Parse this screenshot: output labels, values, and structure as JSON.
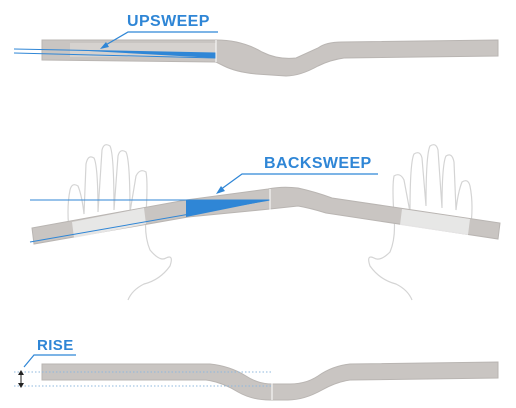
{
  "labels": {
    "upsweep": "UPSWEEP",
    "backsweep": "BACKSWEEP",
    "rise": "RISE"
  },
  "colors": {
    "bar": "#c9c5c2",
    "bar_outline": "#b9b5b2",
    "accent": "#2f86d6",
    "grip_highlight": "#ececec",
    "hand_line": "#d4d4d4",
    "guide_dotted": "#8fb8de",
    "background": "#ffffff"
  }
}
